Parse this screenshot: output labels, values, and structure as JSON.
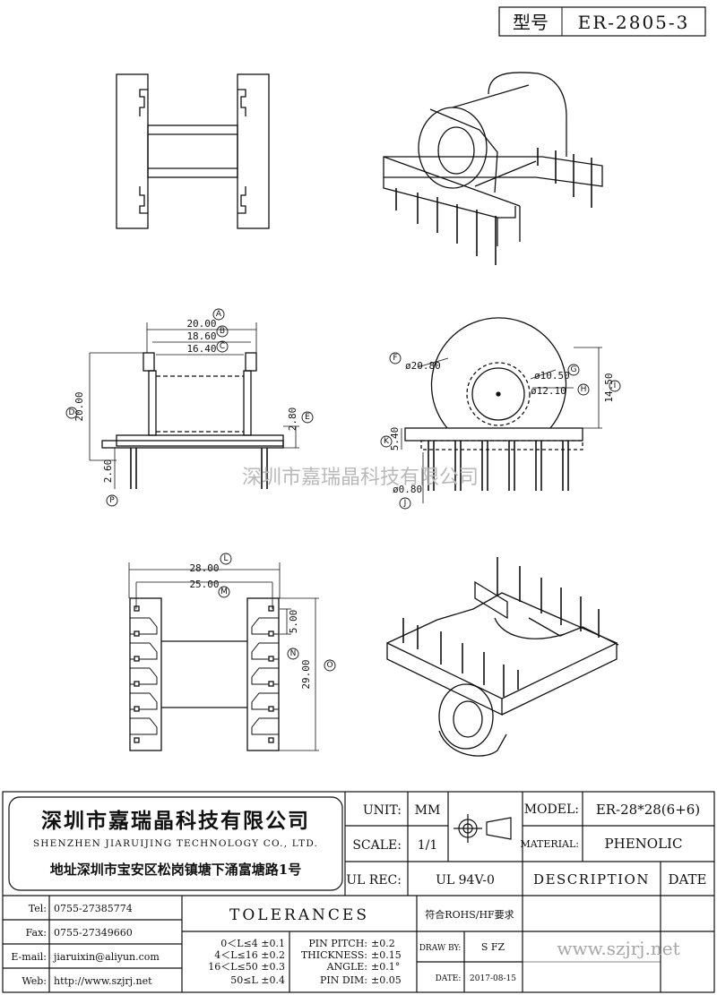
{
  "model_box": {
    "label": "型号",
    "value": "ER-2805-3"
  },
  "watermark": "深圳市嘉瑞晶科技有限公司",
  "dims": {
    "A": "A",
    "B": "B",
    "C": "C",
    "D": "D",
    "E": "E",
    "F": "F",
    "G": "G",
    "H": "H",
    "I": "I",
    "J": "J",
    "K": "K",
    "L": "L",
    "M": "M",
    "N": "N",
    "O": "O",
    "P": "P",
    "a_val": "20.00",
    "b_val": "18.60",
    "c_val": "16.40",
    "d_val": "20.00",
    "e_val": "2.80",
    "p_val": "2.60",
    "f_val": "ø20.80",
    "g_val": "ø10.50",
    "h_val": "ø12.10",
    "i_val": "14.50",
    "k_val": "5.40",
    "j_val": "ø0.80",
    "l_val": "28.00",
    "m_val": "25.00",
    "n_val": "5.00",
    "o_val": "29.00"
  },
  "company": {
    "name_cn": "深圳市嘉瑞晶科技有限公司",
    "name_en": "SHENZHEN JIARUIJING TECHNOLOGY CO., LTD.",
    "address": "地址深圳市宝安区松岗镇塘下涌富塘路1号"
  },
  "contacts": [
    {
      "label": "Tel:",
      "value": "0755-27385774"
    },
    {
      "label": "Fax:",
      "value": "0755-27349660"
    },
    {
      "label": "E-mail:",
      "value": "jiaruixin@aliyun.com"
    },
    {
      "label": "Web:",
      "value": "http://www.szjrj.net"
    }
  ],
  "title_block": {
    "unit_label": "UNIT:",
    "unit_value": "MM",
    "scale_label": "SCALE:",
    "scale_value": "1/1",
    "ulrec_label": "UL REC:",
    "ulrec_value": "UL 94V-0",
    "model_label": "MODEL:",
    "model_value": "ER-28*28(6+6)",
    "material_label": "MATERIAL:",
    "material_value": "PHENOLIC",
    "description_label": "DESCRIPTION",
    "date_label": "DATE",
    "tolerances_label": "TOLERANCES",
    "rohs": "符合ROHS/HF要求",
    "drawby_label": "DRAW BY:",
    "drawby_value": "S FZ",
    "date2_label": "DATE:",
    "date2_value": "2017-08-15",
    "website": "www.szjrj.net"
  },
  "tolerances_left": [
    "0＜L≤4  ±0.1",
    "4＜L≤16 ±0.2",
    "16＜L≤50 ±0.3",
    "50≤L    ±0.4"
  ],
  "tolerances_right": [
    {
      "label": "PIN PITCH:",
      "value": "±0.2"
    },
    {
      "label": "THICKNESS:",
      "value": "±0.15"
    },
    {
      "label": "ANGLE:",
      "value": "±0.1°"
    },
    {
      "label": "PIN DIM:",
      "value": "±0.05"
    }
  ]
}
